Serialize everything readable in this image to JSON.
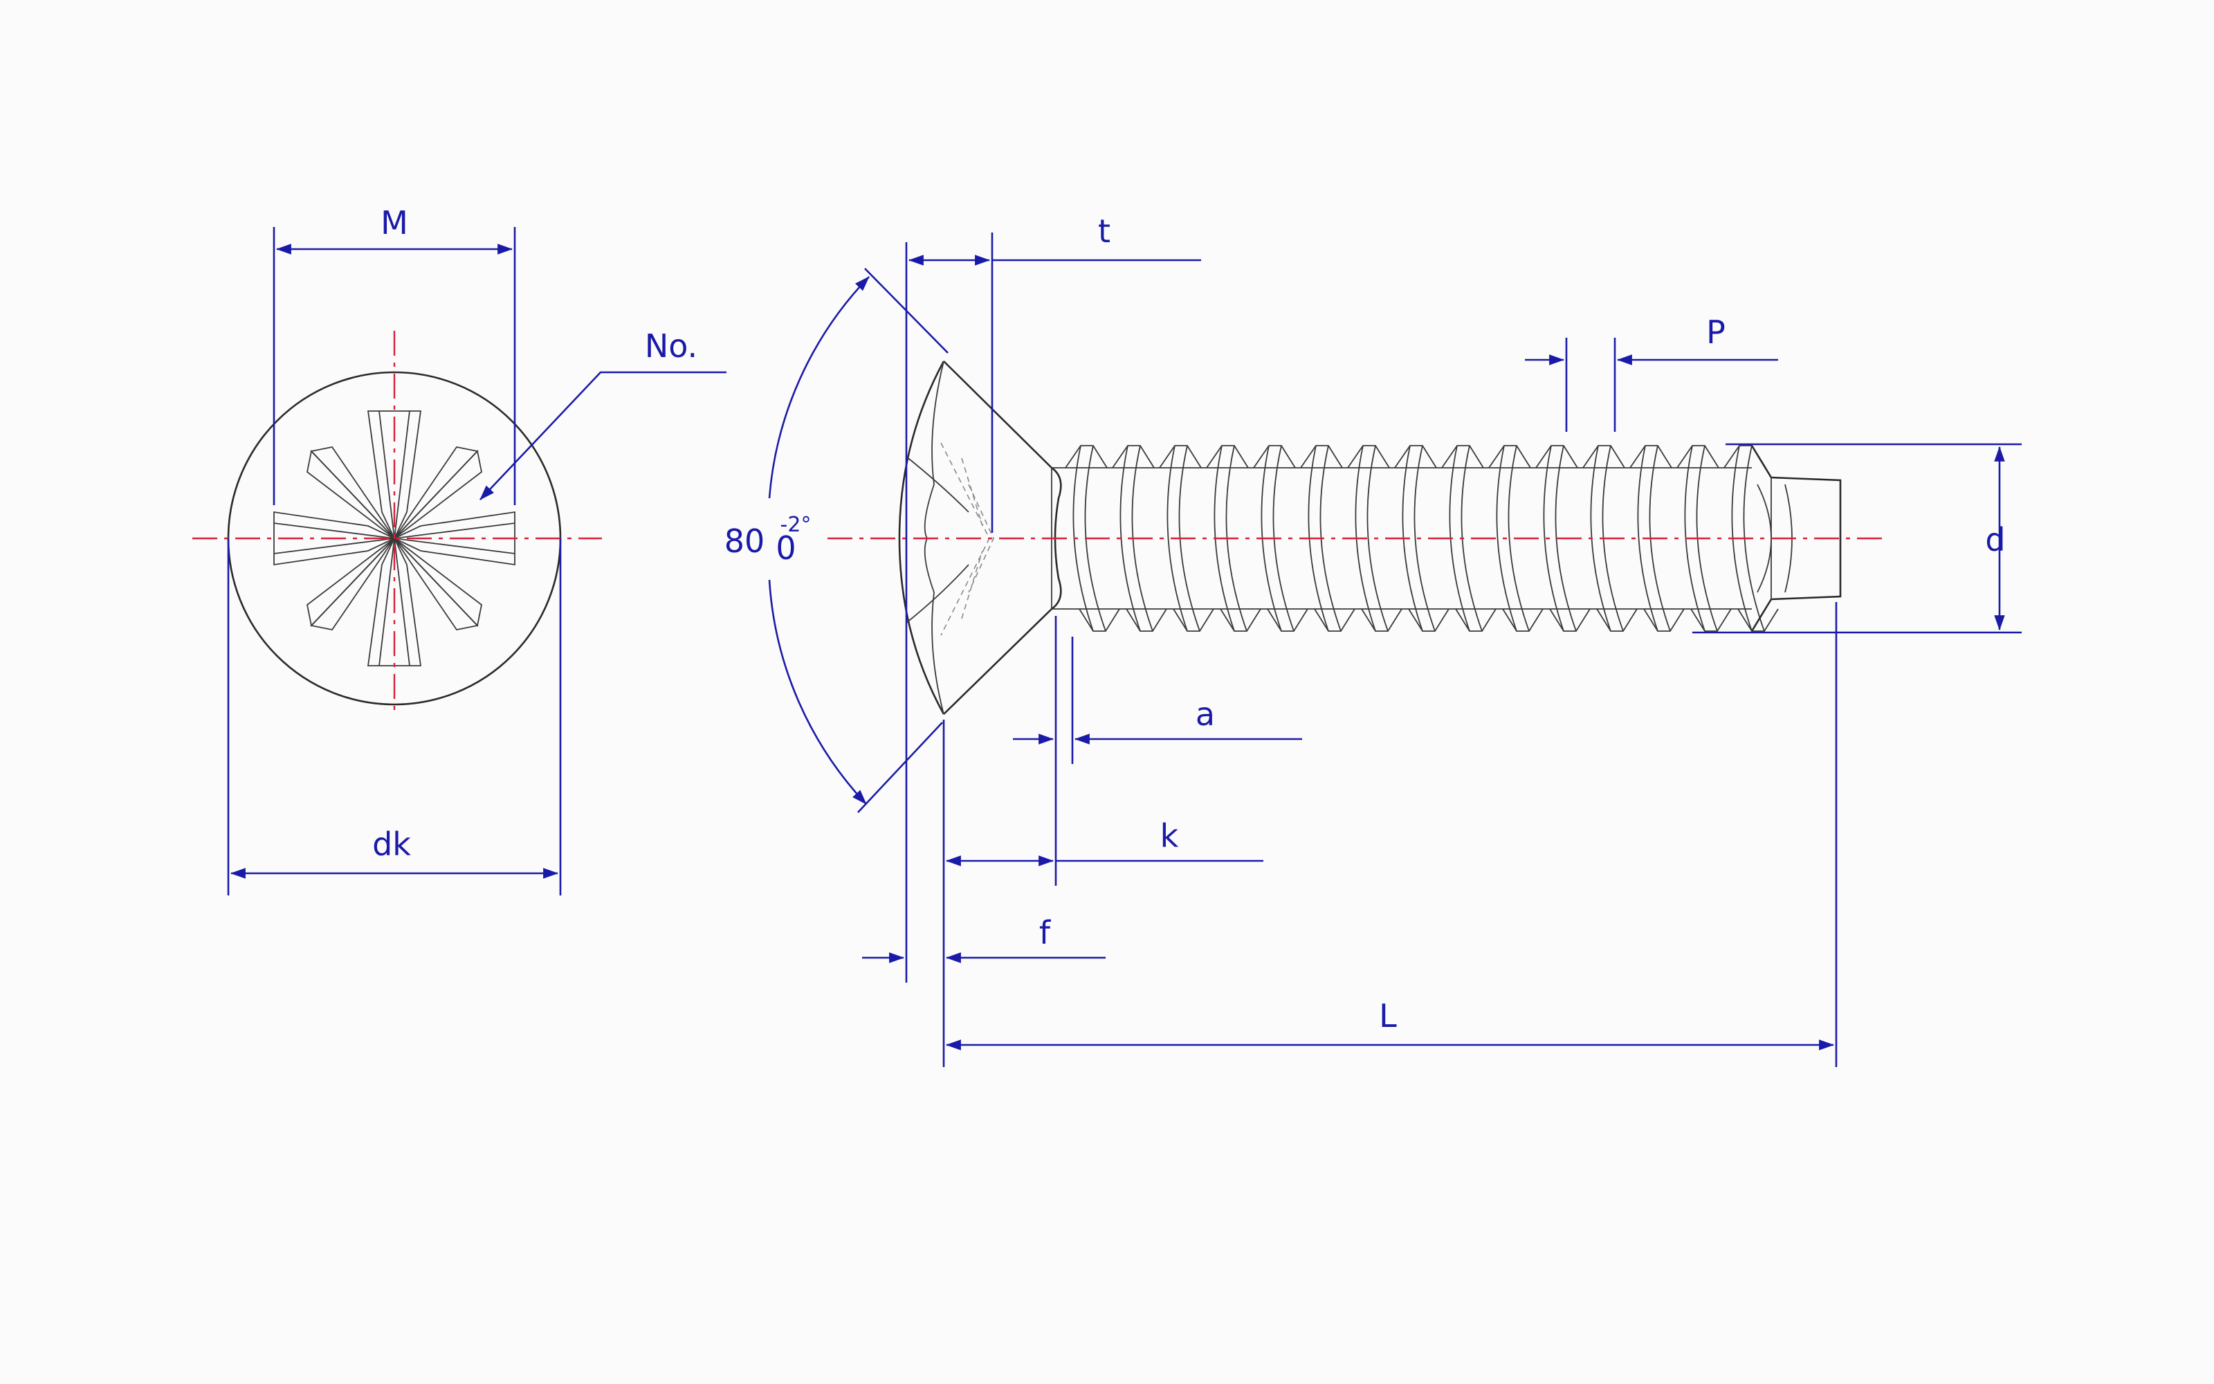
{
  "labels": {
    "M": "M",
    "No": "No.",
    "dk": "dk",
    "t": "t",
    "P": "P",
    "d": "d",
    "a": "a",
    "k": "k",
    "f": "f",
    "L": "L",
    "angle_value": "80",
    "angle_tol_upper": "-2°",
    "angle_tol_lower": "0"
  },
  "colors": {
    "outline": "#2a2a2a",
    "dimension": "#1a1aa8",
    "centerline": "#d8203a",
    "background": "#fbfbfb"
  }
}
